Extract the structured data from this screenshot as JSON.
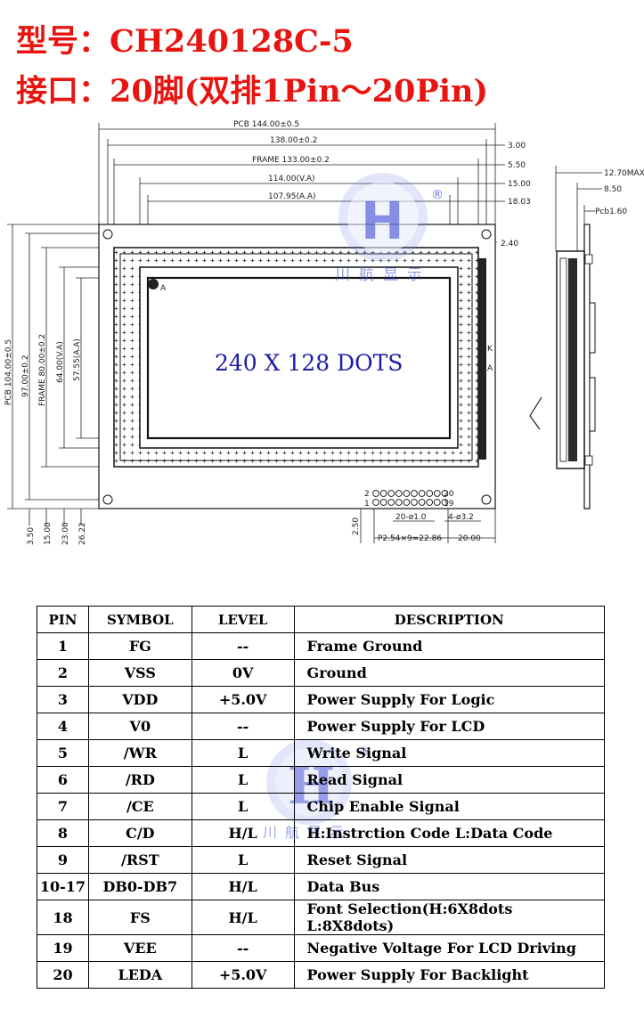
{
  "header": {
    "model_line": "型号：CH240128C-5",
    "interface_line": "接口：20脚(双排1Pin～20Pin)"
  },
  "logo": {
    "text": "川航显示",
    "mark": "®"
  },
  "display_label": "240 X 128 DOTS",
  "dimensions": {
    "pcb_width": "PCB 144.00±0.5",
    "w_138": "138.00±0.2",
    "frame_width": "FRAME 133.00±0.2",
    "va_width": "114.00(V.A)",
    "aa_width": "107.95(A.A)",
    "r_300": "3.00",
    "r_550": "5.50",
    "r_1500": "15.00",
    "r_1803": "18.03",
    "r_240": "2.40",
    "pcb_height": "PCB 104.00±0.5",
    "h_97": "97.00±0.2",
    "frame_height": "FRAME 80.00±0.2",
    "va_height": "64.00(V.A)",
    "aa_height": "57.55(A.A)",
    "b_350": "3.50",
    "b_1500": "15.00",
    "b_2300": "23.00",
    "b_2622": "26.22",
    "side_thick": "12.70MAX",
    "side_850": "8.50",
    "side_pcb": "Pcb1.60",
    "pin_label_2": "2",
    "pin_label_1": "1",
    "pin_label_20": "20",
    "pin_label_19": "19",
    "hole_spec": "20-ø1.0",
    "mount_spec": "4-ø3.2",
    "pitch": "P2.54×9=22.86",
    "conn_offset": "20.00",
    "conn_height": "2.50",
    "corner_a": "A",
    "backlight_k": "K",
    "backlight_a": "A"
  },
  "table": {
    "headers": [
      "PIN",
      "SYMBOL",
      "LEVEL",
      "DESCRIPTION"
    ],
    "rows": [
      [
        "1",
        "FG",
        "--",
        "Frame Ground"
      ],
      [
        "2",
        "VSS",
        "0V",
        "Ground"
      ],
      [
        "3",
        "VDD",
        "+5.0V",
        "Power Supply For Logic"
      ],
      [
        "4",
        "V0",
        "--",
        "Power Supply For LCD"
      ],
      [
        "5",
        "/WR",
        "L",
        "Write Signal"
      ],
      [
        "6",
        "/RD",
        "L",
        "Read Signal"
      ],
      [
        "7",
        "/CE",
        "L",
        "Chip Enable Signal"
      ],
      [
        "8",
        "C/D",
        "H/L",
        "H:Instrction Code  L:Data Code"
      ],
      [
        "9",
        "/RST",
        "L",
        "Reset Signal"
      ],
      [
        "10-17",
        "DB0-DB7",
        "H/L",
        "Data Bus"
      ],
      [
        "18",
        "FS",
        "H/L",
        "Font Selection(H:6X8dots L:8X8dots)"
      ],
      [
        "19",
        "VEE",
        "--",
        "Negative Voltage For LCD Driving"
      ],
      [
        "20",
        "LEDA",
        "+5.0V",
        "Power Supply For Backlight"
      ]
    ]
  }
}
